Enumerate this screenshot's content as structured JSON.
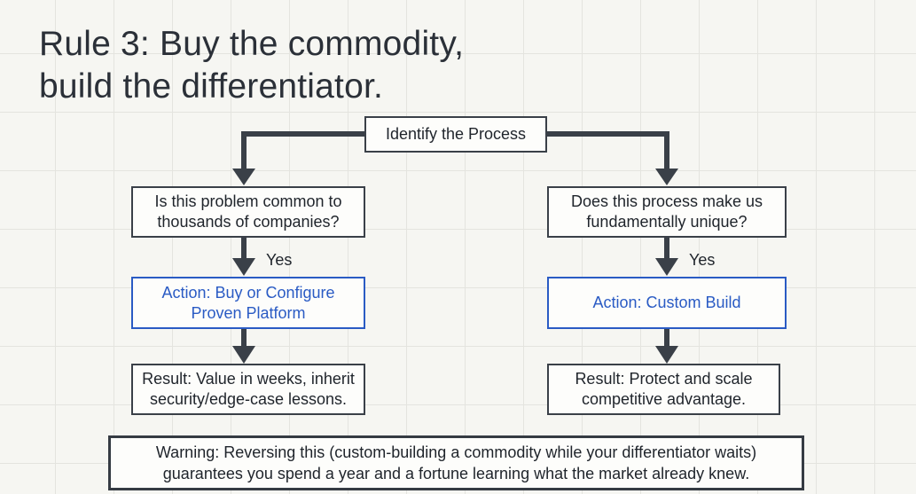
{
  "title": {
    "line1": "Rule 3: Buy the commodity,",
    "line2": "build the differentiator."
  },
  "root": {
    "label": "Identify the Process"
  },
  "left": {
    "question": [
      "Is this problem common to",
      "thousands of companies?"
    ],
    "yes": "Yes",
    "action": [
      "Action: Buy or Configure",
      "Proven Platform"
    ],
    "result": [
      "Result: Value in weeks, inherit",
      "security/edge-case lessons."
    ]
  },
  "right": {
    "question": [
      "Does this process make us",
      "fundamentally unique?"
    ],
    "yes": "Yes",
    "action": [
      "Action: Custom Build"
    ],
    "result": [
      "Result: Protect and scale",
      "competitive advantage."
    ]
  },
  "warning": {
    "line1": "Warning: Reversing this (custom-building a commodity while your differentiator waits)",
    "line2": "guarantees you spend a year and a fortune learning what the market already knew."
  },
  "colors": {
    "connector": "#3a4048",
    "action_border": "#2a5bc4",
    "background": "#f6f6f2"
  }
}
